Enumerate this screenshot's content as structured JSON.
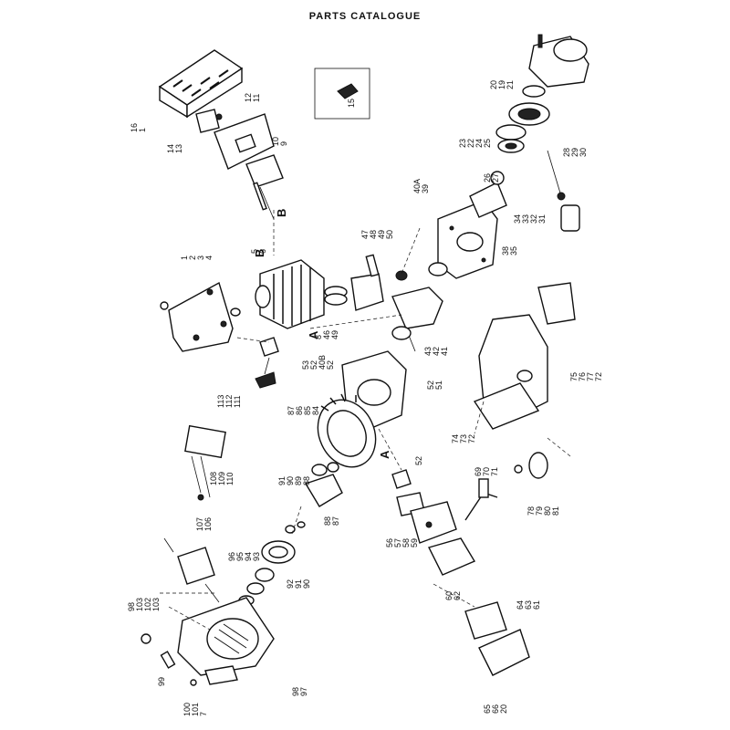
{
  "title": "PARTS CATALOGUE",
  "ref_letters": [
    "A",
    "B"
  ],
  "callout_groups": [
    [
      "16",
      "1"
    ],
    [
      "14",
      "13"
    ],
    [
      "12",
      "11"
    ],
    [
      "10",
      "9"
    ],
    [
      "15"
    ],
    [
      "20",
      "19",
      "21"
    ],
    [
      "23",
      "22",
      "24",
      "25"
    ],
    [
      "26",
      "27"
    ],
    [
      "28",
      "29",
      "30"
    ],
    [
      "40A",
      "39"
    ],
    [
      "34",
      "33",
      "32",
      "31"
    ],
    [
      "38",
      "35"
    ],
    [
      "47",
      "48",
      "49",
      "50"
    ],
    [
      "5",
      "6"
    ],
    [
      "1",
      "2",
      "3",
      "4"
    ],
    [
      "8",
      "46",
      "49"
    ],
    [
      "43",
      "42",
      "41"
    ],
    [
      "53",
      "52",
      "40B",
      "52"
    ],
    [
      "52",
      "51"
    ],
    [
      "113",
      "112",
      "111"
    ],
    [
      "75",
      "76",
      "77",
      "72"
    ],
    [
      "74",
      "73",
      "72"
    ],
    [
      "87",
      "86",
      "85",
      "84"
    ],
    [
      "108",
      "109",
      "110"
    ],
    [
      "91",
      "90",
      "89",
      "88"
    ],
    [
      "88",
      "87"
    ],
    [
      "52"
    ],
    [
      "69",
      "70",
      "71"
    ],
    [
      "78",
      "79",
      "80",
      "81"
    ],
    [
      "107",
      "106"
    ],
    [
      "56",
      "57",
      "58",
      "59"
    ],
    [
      "96",
      "95",
      "94",
      "93"
    ],
    [
      "92",
      "91",
      "90"
    ],
    [
      "60",
      "62"
    ],
    [
      "64",
      "63",
      "61"
    ],
    [
      "98",
      "103",
      "102",
      "103"
    ],
    [
      "99"
    ],
    [
      "100",
      "101",
      "7"
    ],
    [
      "98",
      "97"
    ],
    [
      "65",
      "66",
      "20"
    ]
  ]
}
